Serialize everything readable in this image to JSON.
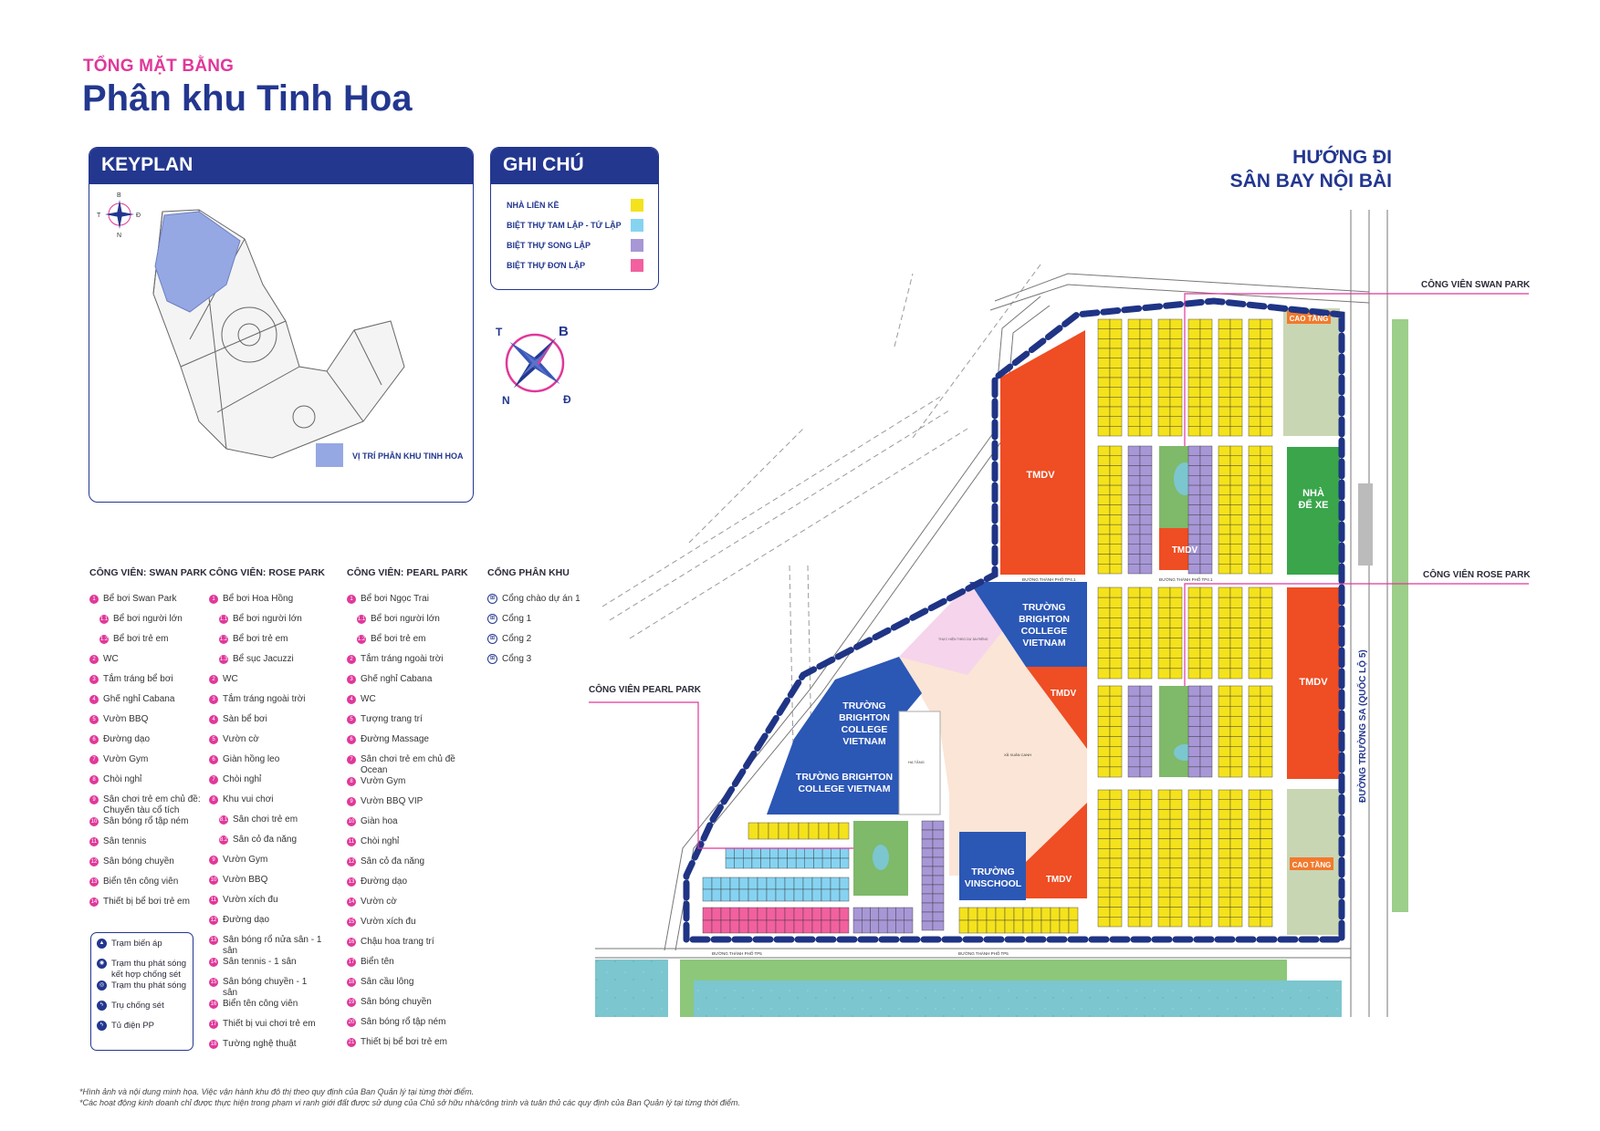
{
  "header": {
    "kicker": "TỔNG MẶT BẰNG",
    "title": "Phân khu Tinh Hoa"
  },
  "keyplan": {
    "title": "KEYPLAN",
    "location_label": "VỊ TRÍ PHÂN KHU TINH HOA",
    "compass": {
      "n": "B",
      "s": "N",
      "e": "Đ",
      "w": "T"
    }
  },
  "legend_box": {
    "title": "GHI CHÚ",
    "items": [
      {
        "label": "NHÀ LIỀN KỀ",
        "color": "#f4e21d"
      },
      {
        "label": "BIỆT THỰ TAM LẬP - TỨ LẬP",
        "color": "#86d3f1"
      },
      {
        "label": "BIỆT THỰ SONG LẬP",
        "color": "#a797d6"
      },
      {
        "label": "BIỆT THỰ ĐƠN LẬP",
        "color": "#f2609f"
      }
    ]
  },
  "compass": {
    "n": "B",
    "s": "N",
    "e": "Đ",
    "w": "T"
  },
  "direction": {
    "line1": "HƯỚNG ĐI",
    "line2": "SÂN BAY NỘI BÀI"
  },
  "parks": [
    {
      "title": "CÔNG VIÊN: SWAN PARK",
      "items": [
        {
          "n": "1",
          "label": "Bể bơi Swan Park"
        },
        {
          "n": "1.1",
          "label": "Bể bơi người lớn",
          "sub": true
        },
        {
          "n": "1.2",
          "label": "Bể bơi trẻ em",
          "sub": true
        },
        {
          "n": "2",
          "label": "WC"
        },
        {
          "n": "3",
          "label": "Tắm tráng bể bơi"
        },
        {
          "n": "4",
          "label": "Ghế nghỉ Cabana"
        },
        {
          "n": "5",
          "label": "Vườn BBQ"
        },
        {
          "n": "6",
          "label": "Đường dạo"
        },
        {
          "n": "7",
          "label": "Vườn Gym"
        },
        {
          "n": "8",
          "label": "Chòi nghỉ"
        },
        {
          "n": "9",
          "label": "Sân chơi trẻ em chủ đề: Chuyến tàu cổ tích"
        },
        {
          "n": "10",
          "label": "Sân bóng rổ tập ném"
        },
        {
          "n": "11",
          "label": "Sân tennis"
        },
        {
          "n": "12",
          "label": "Sân bóng chuyền"
        },
        {
          "n": "13",
          "label": "Biển tên công viên"
        },
        {
          "n": "14",
          "label": "Thiết bị bể bơi trẻ em"
        }
      ]
    },
    {
      "title": "CÔNG VIÊN: ROSE PARK",
      "items": [
        {
          "n": "1",
          "label": "Bể bơi Hoa Hồng"
        },
        {
          "n": "1.1",
          "label": "Bể bơi người lớn",
          "sub": true
        },
        {
          "n": "1.2",
          "label": "Bể bơi trẻ em",
          "sub": true
        },
        {
          "n": "1.3",
          "label": "Bể sục Jacuzzi",
          "sub": true
        },
        {
          "n": "2",
          "label": "WC"
        },
        {
          "n": "3",
          "label": "Tắm tráng ngoài trời"
        },
        {
          "n": "4",
          "label": "Sàn bể bơi"
        },
        {
          "n": "5",
          "label": "Vườn cờ"
        },
        {
          "n": "6",
          "label": "Giàn hồng leo"
        },
        {
          "n": "7",
          "label": "Chòi nghỉ"
        },
        {
          "n": "8",
          "label": "Khu vui chơi"
        },
        {
          "n": "8.1",
          "label": "Sân chơi trẻ em",
          "sub": true
        },
        {
          "n": "8.2",
          "label": "Sân cỏ đa năng",
          "sub": true
        },
        {
          "n": "9",
          "label": "Vườn Gym"
        },
        {
          "n": "10",
          "label": "Vườn BBQ"
        },
        {
          "n": "11",
          "label": "Vườn xích đu"
        },
        {
          "n": "12",
          "label": "Đường dạo"
        },
        {
          "n": "13",
          "label": "Sân bóng rổ nửa sân - 1 sân"
        },
        {
          "n": "14",
          "label": "Sân tennis - 1 sân"
        },
        {
          "n": "15",
          "label": "Sân bóng chuyền - 1 sân"
        },
        {
          "n": "16",
          "label": "Biển tên công viên"
        },
        {
          "n": "17",
          "label": "Thiết bị vui chơi trẻ em"
        },
        {
          "n": "18",
          "label": "Tường nghệ thuật"
        }
      ]
    },
    {
      "title": "CÔNG VIÊN: PEARL PARK",
      "items": [
        {
          "n": "1",
          "label": "Bể bơi Ngọc Trai"
        },
        {
          "n": "1.1",
          "label": "Bể bơi người lớn",
          "sub": true
        },
        {
          "n": "1.2",
          "label": "Bể bơi trẻ em",
          "sub": true
        },
        {
          "n": "2",
          "label": "Tắm tráng ngoài trời"
        },
        {
          "n": "3",
          "label": "Ghế nghỉ Cabana"
        },
        {
          "n": "4",
          "label": "WC"
        },
        {
          "n": "5",
          "label": "Tượng trang trí"
        },
        {
          "n": "6",
          "label": "Đường Massage"
        },
        {
          "n": "7",
          "label": "Sân chơi trẻ em chủ đề Ocean"
        },
        {
          "n": "8",
          "label": "Vườn Gym"
        },
        {
          "n": "9",
          "label": "Vườn BBQ VIP"
        },
        {
          "n": "10",
          "label": "Giàn hoa"
        },
        {
          "n": "11",
          "label": "Chòi nghỉ"
        },
        {
          "n": "12",
          "label": "Sân cỏ đa năng"
        },
        {
          "n": "13",
          "label": "Đường dạo"
        },
        {
          "n": "14",
          "label": "Vườn cờ"
        },
        {
          "n": "15",
          "label": "Vườn xích đu"
        },
        {
          "n": "16",
          "label": "Chậu hoa trang trí"
        },
        {
          "n": "17",
          "label": "Biển tên"
        },
        {
          "n": "18",
          "label": "Sân cầu lông"
        },
        {
          "n": "19",
          "label": "Sân bóng chuyền"
        },
        {
          "n": "20",
          "label": "Sân bóng rổ tập ném"
        },
        {
          "n": "21",
          "label": "Thiết bị bể bơi trẻ em"
        }
      ]
    }
  ],
  "gates": {
    "title": "CỔNG PHÂN KHU",
    "items": [
      {
        "icon": "gate-icon",
        "label": "Cổng chào dự án 1"
      },
      {
        "icon": "gate-icon",
        "label": "Cổng 1"
      },
      {
        "icon": "gate-icon",
        "label": "Cổng 2"
      },
      {
        "icon": "gate-icon",
        "label": "Cổng 3"
      }
    ]
  },
  "utilities": [
    {
      "icon": "transformer-icon",
      "label": "Trạm biến áp"
    },
    {
      "icon": "antenna-lightning-icon",
      "label": "Trạm thu phát sóng kết hợp chống sét"
    },
    {
      "icon": "antenna-icon",
      "label": "Trạm thu phát sóng"
    },
    {
      "icon": "lightning-rod-icon",
      "label": "Trụ chống sét"
    },
    {
      "icon": "electric-cabinet-icon",
      "label": "Tủ điện PP"
    }
  ],
  "map": {
    "callouts": {
      "swan": "CÔNG VIÊN SWAN PARK",
      "rose": "CÔNG VIÊN ROSE PARK",
      "pearl": "CÔNG VIÊN PEARL PARK"
    },
    "zones": {
      "tmdv": "TMDV",
      "cao_tang": "CAO TẦNG",
      "parking": "NHÀ ĐỂ XE",
      "brighton": "TRƯỜNG BRIGHTON COLLEGE VIETNAM",
      "vinschool": "TRƯỜNG VINSCHOOL",
      "ha_tang": "HẠ TẦNG",
      "xuan_canh": "XÃ XUÂN CANH",
      "separate_project": "THỰC HIỆN THEO DỰ ÁN RIÊNG"
    },
    "roads": {
      "truong_sa": "ĐƯỜNG TRƯỜNG SA (QUỐC LỘ 5)",
      "tp41": "ĐƯỜNG THÀNH PHỐ TP4.1",
      "tp5": "ĐƯỜNG THÀNH PHỐ TP5"
    },
    "colors": {
      "boundary": "#1f3485",
      "tmdv": "#ef4d23",
      "school": "#2b57b5",
      "green": "#3aa54b",
      "water": "#7cc6cf",
      "beige": "#fbe5d6"
    }
  },
  "notes": [
    "*Hình ảnh và nội dung minh họa. Việc vận hành khu đô thị theo quy định của Ban Quản lý tại từng thời điểm.",
    "*Các hoạt động kinh doanh chỉ được thực hiện trong phạm vi ranh giới đất được sử dụng của  Chủ sở hữu nhà/công trình và tuân thủ các quy định của Ban Quản lý tại từng thời điểm."
  ]
}
